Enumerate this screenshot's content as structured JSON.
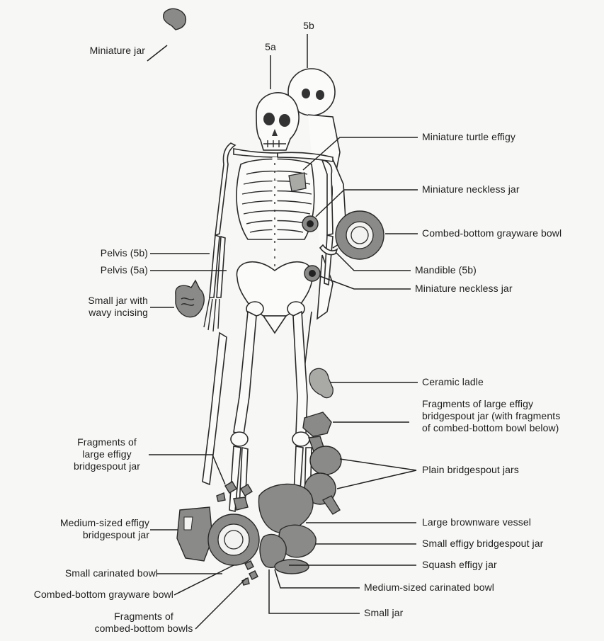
{
  "labels": {
    "miniature_jar_top": "Miniature jar",
    "skull_5b": "5b",
    "skull_5a": "5a",
    "miniature_turtle_effigy": "Miniature turtle effigy",
    "miniature_neckless_jar_1": "Miniature neckless jar",
    "combed_bottom_grayware_bowl_right": "Combed-bottom grayware bowl",
    "pelvis_5b": "Pelvis (5b)",
    "pelvis_5a": "Pelvis (5a)",
    "mandible_5b": "Mandible (5b)",
    "miniature_neckless_jar_2": "Miniature neckless jar",
    "small_jar_wavy": "Small jar with\nwavy incising",
    "ceramic_ladle": "Ceramic ladle",
    "fragments_large_effigy_right": "Fragments of large effigy\nbridgespout jar (with fragments\nof combed-bottom bowl below)",
    "fragments_large_effigy_left": "Fragments of\nlarge effigy\nbridgespout jar",
    "plain_bridgespout_jars": "Plain bridgespout jars",
    "medium_effigy_bridgespout": "Medium-sized effigy\nbridgespout jar",
    "large_brownware_vessel": "Large brownware vessel",
    "small_effigy_bridgespout": "Small effigy bridgespout jar",
    "small_carinated_bowl": "Small carinated bowl",
    "squash_effigy_jar": "Squash effigy jar",
    "combed_bottom_grayware_bowl_left": "Combed-bottom grayware bowl",
    "medium_carinated_bowl": "Medium-sized carinated bowl",
    "fragments_combed_bottom_bowls": "Fragments of\ncombed-bottom bowls",
    "small_jar": "Small jar"
  }
}
